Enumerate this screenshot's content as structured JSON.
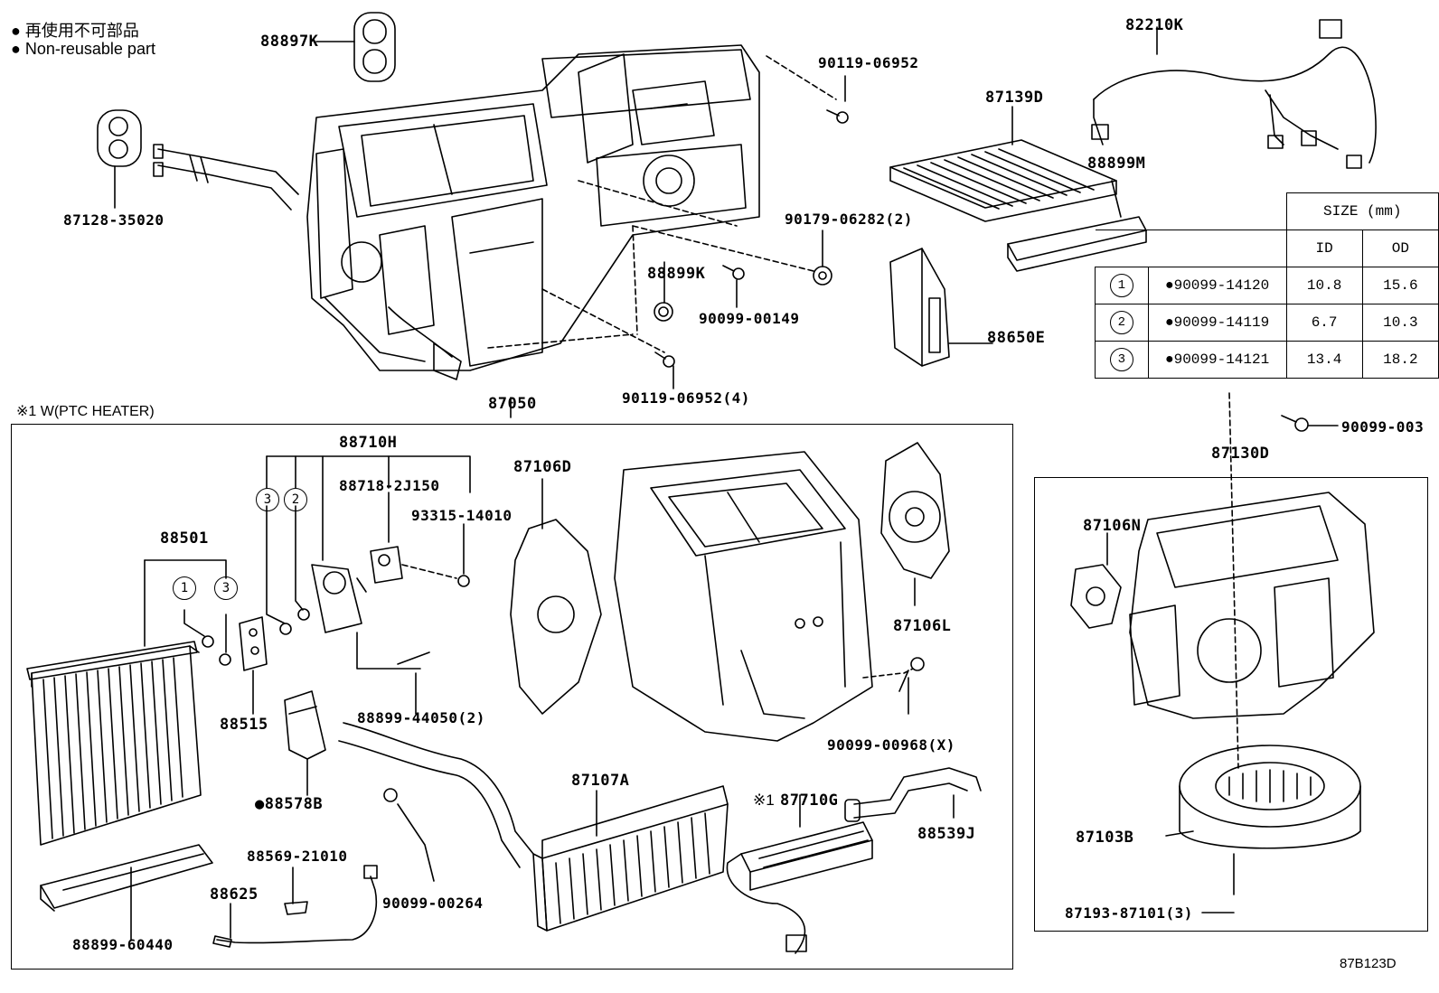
{
  "legend": {
    "line1": "● 再使用不可部品",
    "line2": "● Non-reusable part"
  },
  "notes": {
    "ptc_heater": "※1 W(PTC HEATER)",
    "ref_mark": "※1"
  },
  "boxes": {
    "main_assembly": "87050",
    "blower_assembly": "87130D"
  },
  "labels": {
    "p88897K": "88897K",
    "p90119_06952_top": "90119-06952",
    "p82210K": "82210K",
    "p87139D": "87139D",
    "p88899M": "88899M",
    "p87128_35020": "87128-35020",
    "p90179_06282": "90179-06282(2)",
    "p88899K": "88899K",
    "p90099_00149": "90099-00149",
    "p88650E": "88650E",
    "p90119_06952_4": "90119-06952(4)",
    "p90099_003": "90099-003",
    "p88710H": "88710H",
    "p88718_2J150": "88718-2J150",
    "p93315_14010": "93315-14010",
    "p87106D": "87106D",
    "p88501": "88501",
    "p87106L": "87106L",
    "p88515": "88515",
    "p88899_44050": "88899-44050(2)",
    "p90099_00968": "90099-00968(X)",
    "p88578B": "●88578B",
    "p87107A": "87107A",
    "p87710G": "87710G",
    "p88539J": "88539J",
    "p88569_21010": "88569-21010",
    "p88625": "88625",
    "p90099_00264": "90099-00264",
    "p88899_60440": "88899-60440",
    "p87106N": "87106N",
    "p87103B": "87103B",
    "p87193_87101": "87193-87101(3)",
    "diagram_id": "87B123D"
  },
  "size_table": {
    "header": "SIZE (mm)",
    "col_id": "ID",
    "col_od": "OD",
    "rows": [
      {
        "num": "1",
        "part": "●90099-14120",
        "id": "10.8",
        "od": "15.6"
      },
      {
        "num": "2",
        "part": "●90099-14119",
        "id": "6.7",
        "od": "10.3"
      },
      {
        "num": "3",
        "part": "●90099-14121",
        "id": "13.4",
        "od": "18.2"
      }
    ]
  },
  "callouts": {
    "c1": "1",
    "c2": "2",
    "c3": "3"
  }
}
